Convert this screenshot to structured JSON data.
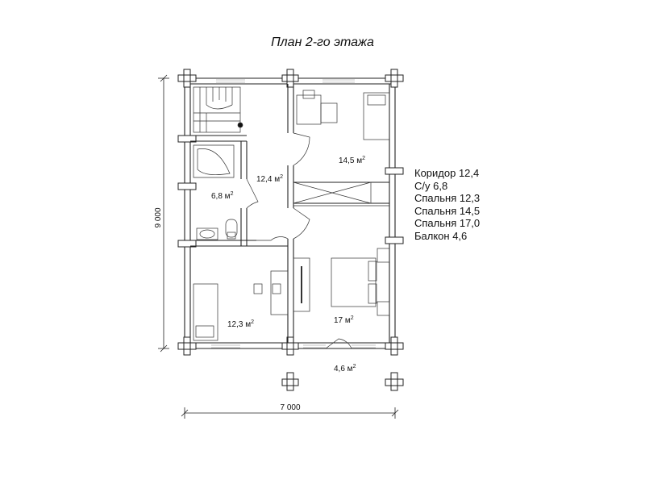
{
  "title": "План 2-го этажа",
  "rooms": [
    {
      "id": "corridor",
      "area": "12,4 м",
      "sup": "2"
    },
    {
      "id": "bathroom",
      "area": "6,8 м",
      "sup": "2"
    },
    {
      "id": "bedroom_ne",
      "area": "14,5 м",
      "sup": "2"
    },
    {
      "id": "bedroom_sw",
      "area": "12,3 м",
      "sup": "2"
    },
    {
      "id": "bedroom_se",
      "area": "17 м",
      "sup": "2"
    },
    {
      "id": "balcony",
      "area": "4,6 м",
      "sup": "2"
    }
  ],
  "legend": [
    "Коридор 12,4",
    "С/у 6,8",
    "Спальня 12,3",
    "Спальня 14,5",
    "Спальня 17,0",
    "Балкон 4,6"
  ],
  "dimensions": {
    "width": "7 000",
    "height": "9 000"
  }
}
